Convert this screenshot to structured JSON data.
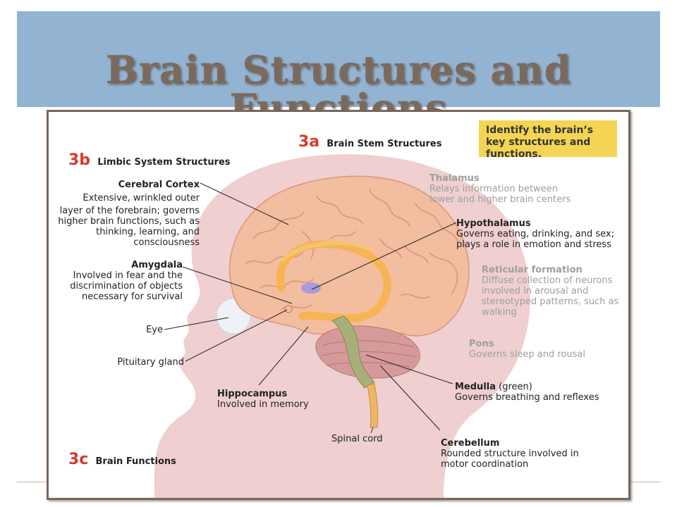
{
  "slide": {
    "title": "Brain Structures and Functions"
  },
  "figure": {
    "callout": "Identify the brain’s key structures and functions.",
    "sections": {
      "brain_stem": {
        "number": "3a",
        "title": "Brain Stem Structures"
      },
      "limbic": {
        "number": "3b",
        "title": "Limbic System Structures"
      },
      "functions": {
        "number": "3c",
        "title": "Brain Functions"
      }
    },
    "labels": {
      "cerebral_cortex": {
        "title": "Cerebral Cortex",
        "description": [
          "Extensive, wrinkled outer",
          "layer of the forebrain; governs",
          "higher brain functions, such as",
          "thinking, learning, and",
          "consciousness"
        ]
      },
      "amygdala": {
        "title": "Amygdala",
        "description": [
          "Involved in fear and the",
          "discrimination of objects",
          "necessary for survival"
        ]
      },
      "eye": {
        "title": "Eye"
      },
      "pituitary": {
        "title": "Pituitary gland"
      },
      "hippocampus": {
        "title": "Hippocampus",
        "description": [
          "Involved in memory"
        ]
      },
      "spinal_cord": {
        "title": "Spinal cord"
      },
      "thalamus": {
        "title": "Thalamus",
        "description": [
          "Relays information between",
          "lower and higher brain centers"
        ]
      },
      "hypothalamus": {
        "title": "Hypothalamus",
        "description": [
          "Governs eating, drinking, and sex;",
          "plays a role in emotion and stress"
        ]
      },
      "reticular": {
        "title": "Reticular formation",
        "description": [
          "Diffuse collection of neurons",
          "involved in arousal and",
          "stereotyped patterns, such as",
          "walking"
        ]
      },
      "pons": {
        "title": "Pons",
        "description": [
          "Governs sleep and rousal"
        ]
      },
      "medulla": {
        "title": "Medulla",
        "note": "(green)",
        "description": [
          "Governs breathing and reflexes"
        ]
      },
      "cerebellum": {
        "title": "Cerebellum",
        "description": [
          "Rounded structure involved in",
          "motor coordination"
        ]
      }
    }
  },
  "colors": {
    "title_band": "#93b3d3",
    "title_text": "#7a6a5e",
    "frame_border": "#7b655a",
    "section_number": "#d53a2e",
    "callout_bg": "#f4d553",
    "head_silhouette": "#efcfd0",
    "brain": "#f3bd9f",
    "limbic": "#f6b24a",
    "medulla": "#a7b07a",
    "cerebellum": "#d79a9a"
  }
}
